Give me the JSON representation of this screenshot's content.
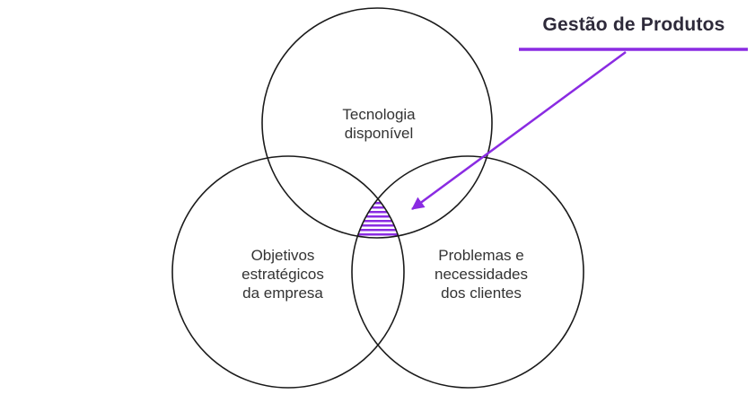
{
  "diagram": {
    "type": "venn",
    "title": "Gestão de Produtos",
    "circles": [
      {
        "id": "technology",
        "label": "Tecnologia disponível",
        "lines": [
          "Tecnologia",
          "disponível"
        ]
      },
      {
        "id": "objectives",
        "label": "Objetivos estratégicos da empresa",
        "lines": [
          "Objetivos",
          "estratégicos",
          "da empresa"
        ]
      },
      {
        "id": "customers",
        "label": "Problemas e necessidades dos clientes",
        "lines": [
          "Problemas e",
          "necessidades",
          "dos clientes"
        ]
      }
    ],
    "intersection": {
      "style": "horizontal-stripes",
      "pointed_to_by": "Gestão de Produtos"
    },
    "colors": {
      "accent": "#8a2be2",
      "circle_stroke": "#1a1a1a",
      "label_text": "#333333",
      "title_text": "#2e2a3a",
      "background": "#ffffff"
    }
  }
}
